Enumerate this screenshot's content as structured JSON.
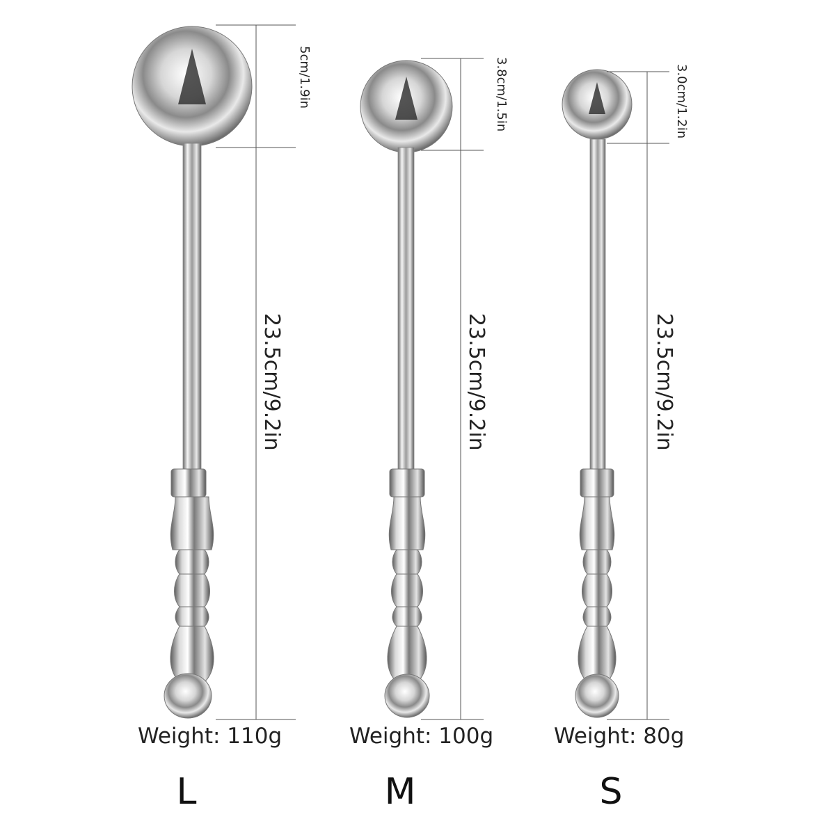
{
  "products": [
    {
      "size": "L",
      "head_diameter_label": "5cm/1.9in",
      "length_label": "23.5cm/9.2in",
      "weight_label": "Weight: 110g"
    },
    {
      "size": "M",
      "head_diameter_label": "3.8cm/1.5in",
      "length_label": "23.5cm/9.2in",
      "weight_label": "Weight: 100g"
    },
    {
      "size": "S",
      "head_diameter_label": "3.0cm/1.2in",
      "length_label": "23.5cm/9.2in",
      "weight_label": "Weight: 80g"
    }
  ],
  "colors": {
    "background": "#ffffff",
    "metal_light": "#f4f4f4",
    "metal_dark": "#5a5a5a",
    "dimension_line": "#555555"
  }
}
